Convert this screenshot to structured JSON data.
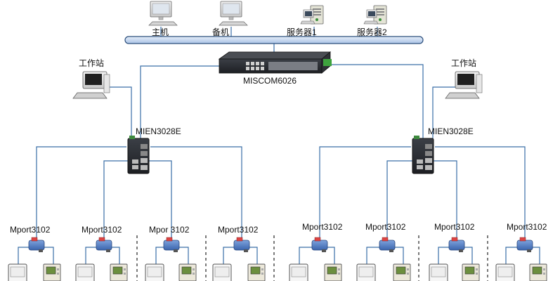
{
  "top_devices": {
    "host": "主机",
    "backup": "备机",
    "server1": "服务器1",
    "server2": "服务器2"
  },
  "core_switch": "MISCOM6026",
  "workstation_label": "工作站",
  "access_switch_label": "MIEN3028E",
  "mport_label_primary": "Mport3102",
  "mport_label_alt": "Mpor 3102",
  "colors": {
    "link": "#3a6fa8",
    "bus_fill": "#c9daf0",
    "bus_stroke": "#2c4f7c",
    "switch_body": "#2a2d33",
    "mport_body": "#4b78c0"
  }
}
